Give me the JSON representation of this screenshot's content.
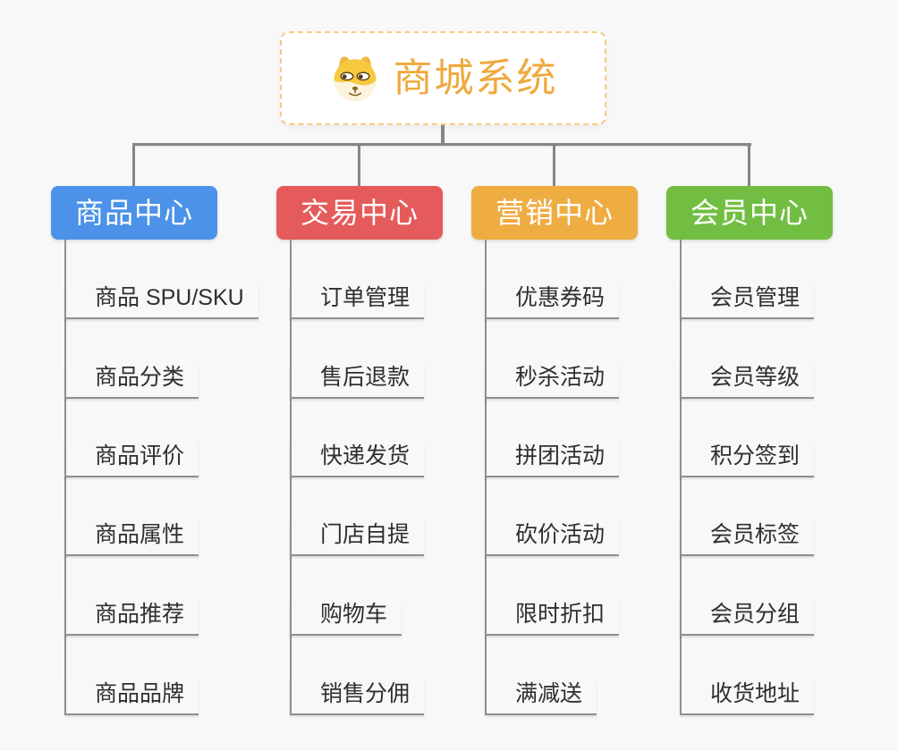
{
  "root": {
    "title": "商城系统",
    "icon": "dog-icon"
  },
  "branches": [
    {
      "label": "商品中心",
      "color": "#4B92E8",
      "items": [
        "商品 SPU/SKU",
        "商品分类",
        "商品评价",
        "商品属性",
        "商品推荐",
        "商品品牌"
      ]
    },
    {
      "label": "交易中心",
      "color": "#E55B5B",
      "items": [
        "订单管理",
        "售后退款",
        "快递发货",
        "门店自提",
        "购物车",
        "销售分佣"
      ]
    },
    {
      "label": "营销中心",
      "color": "#EFAC40",
      "items": [
        "优惠券码",
        "秒杀活动",
        "拼团活动",
        "砍价活动",
        "限时折扣",
        "满减送"
      ]
    },
    {
      "label": "会员中心",
      "color": "#71BE42",
      "items": [
        "会员管理",
        "会员等级",
        "积分签到",
        "会员标签",
        "会员分组",
        "收货地址"
      ]
    }
  ],
  "colors": {
    "root_title": "#EFA93D",
    "root_border": "#F7CB80",
    "connector": "#858585",
    "underline": "#8F8F8F",
    "item_text": "#2F2F2F",
    "background": "#F8F8F8"
  }
}
